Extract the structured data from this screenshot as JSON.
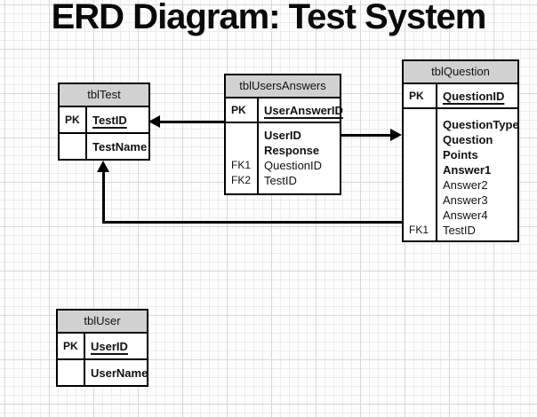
{
  "title": "ERD Diagram: Test System",
  "colors": {
    "table_header_fill": "#d1d1d1",
    "table_border": "#000000",
    "grid_minor": "#ececec",
    "grid_major": "#d7d7d7",
    "background": "#fdfdfd"
  },
  "tables": [
    {
      "id": "tblTest",
      "title": "tblTest",
      "pk_rows": [
        {
          "key": "PK",
          "field": "TestID",
          "bold": true,
          "underline": true
        }
      ],
      "body_rows": [
        {
          "key": "",
          "field": "TestName",
          "bold": true
        }
      ]
    },
    {
      "id": "tblUsersAnswers",
      "title": "tblUsersAnswers",
      "pk_rows": [
        {
          "key": "PK",
          "field": "UserAnswerID",
          "bold": true,
          "underline": true
        }
      ],
      "body_rows": [
        {
          "key": "",
          "field": "UserID",
          "bold": true
        },
        {
          "key": "",
          "field": "Response",
          "bold": true
        },
        {
          "key": "FK1",
          "field": "QuestionID"
        },
        {
          "key": "FK2",
          "field": "TestID"
        }
      ]
    },
    {
      "id": "tblQuestion",
      "title": "tblQuestion",
      "pk_rows": [
        {
          "key": "PK",
          "field": "QuestionID",
          "bold": true,
          "underline": true
        }
      ],
      "body_rows": [
        {
          "key": "",
          "field": "QuestionType",
          "bold": true
        },
        {
          "key": "",
          "field": "Question",
          "bold": true
        },
        {
          "key": "",
          "field": "Points",
          "bold": true
        },
        {
          "key": "",
          "field": "Answer1",
          "bold": true
        },
        {
          "key": "",
          "field": "Answer2"
        },
        {
          "key": "",
          "field": "Answer3"
        },
        {
          "key": "",
          "field": "Answer4"
        },
        {
          "key": "FK1",
          "field": "TestID"
        }
      ]
    },
    {
      "id": "tblUser",
      "title": "tblUser",
      "pk_rows": [
        {
          "key": "PK",
          "field": "UserID",
          "bold": true,
          "underline": true
        }
      ],
      "body_rows": [
        {
          "key": "",
          "field": "UserName",
          "bold": true
        }
      ]
    }
  ],
  "relationships": [
    {
      "from": "tblUsersAnswers.TestID",
      "to": "tblTest.TestID"
    },
    {
      "from": "tblUsersAnswers.QuestionID",
      "to": "tblQuestion.QuestionID"
    },
    {
      "from": "tblQuestion.TestID",
      "to": "tblTest.TestID"
    }
  ]
}
